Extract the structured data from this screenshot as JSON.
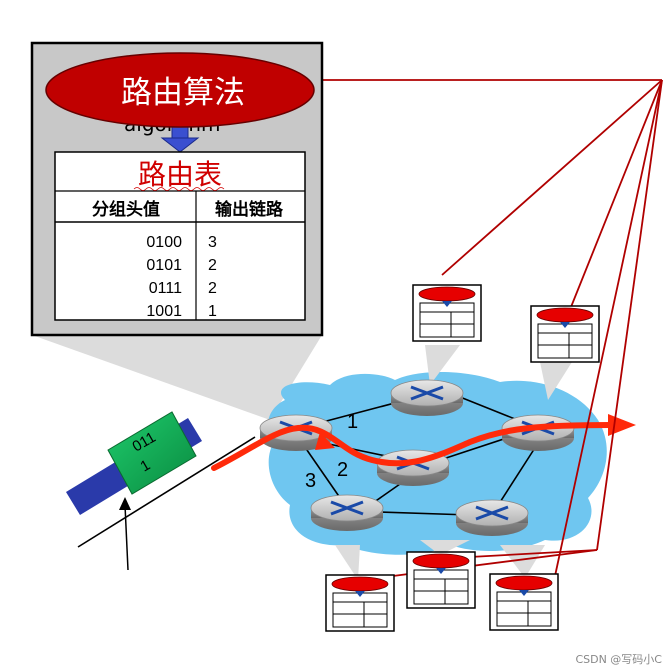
{
  "routing_panel": {
    "algorithm_label": "路由算法",
    "algorithm_hidden_text": "algorithm",
    "table_title": "路由表",
    "col_header_value": "分组头值",
    "col_header_link": "输出链路",
    "rows": [
      {
        "value": "0100",
        "link": "3"
      },
      {
        "value": "0101",
        "link": "2"
      },
      {
        "value": "0111",
        "link": "2"
      },
      {
        "value": "1001",
        "link": "1"
      }
    ]
  },
  "packet": {
    "line1": "011",
    "line2": "1"
  },
  "link_labels": {
    "link1": "1",
    "link2": "2",
    "link3": "3"
  },
  "watermark": "CSDN @写码小C",
  "colors": {
    "ellipse": "#c00000",
    "network_cloud": "#6fc6f0",
    "route_arrow": "#ff2a0a",
    "connector_lines": "#b00000",
    "panel_bg": "#c8c8c8",
    "packet_band": "#2a3aaa",
    "packet_box": "#1fae5a"
  }
}
